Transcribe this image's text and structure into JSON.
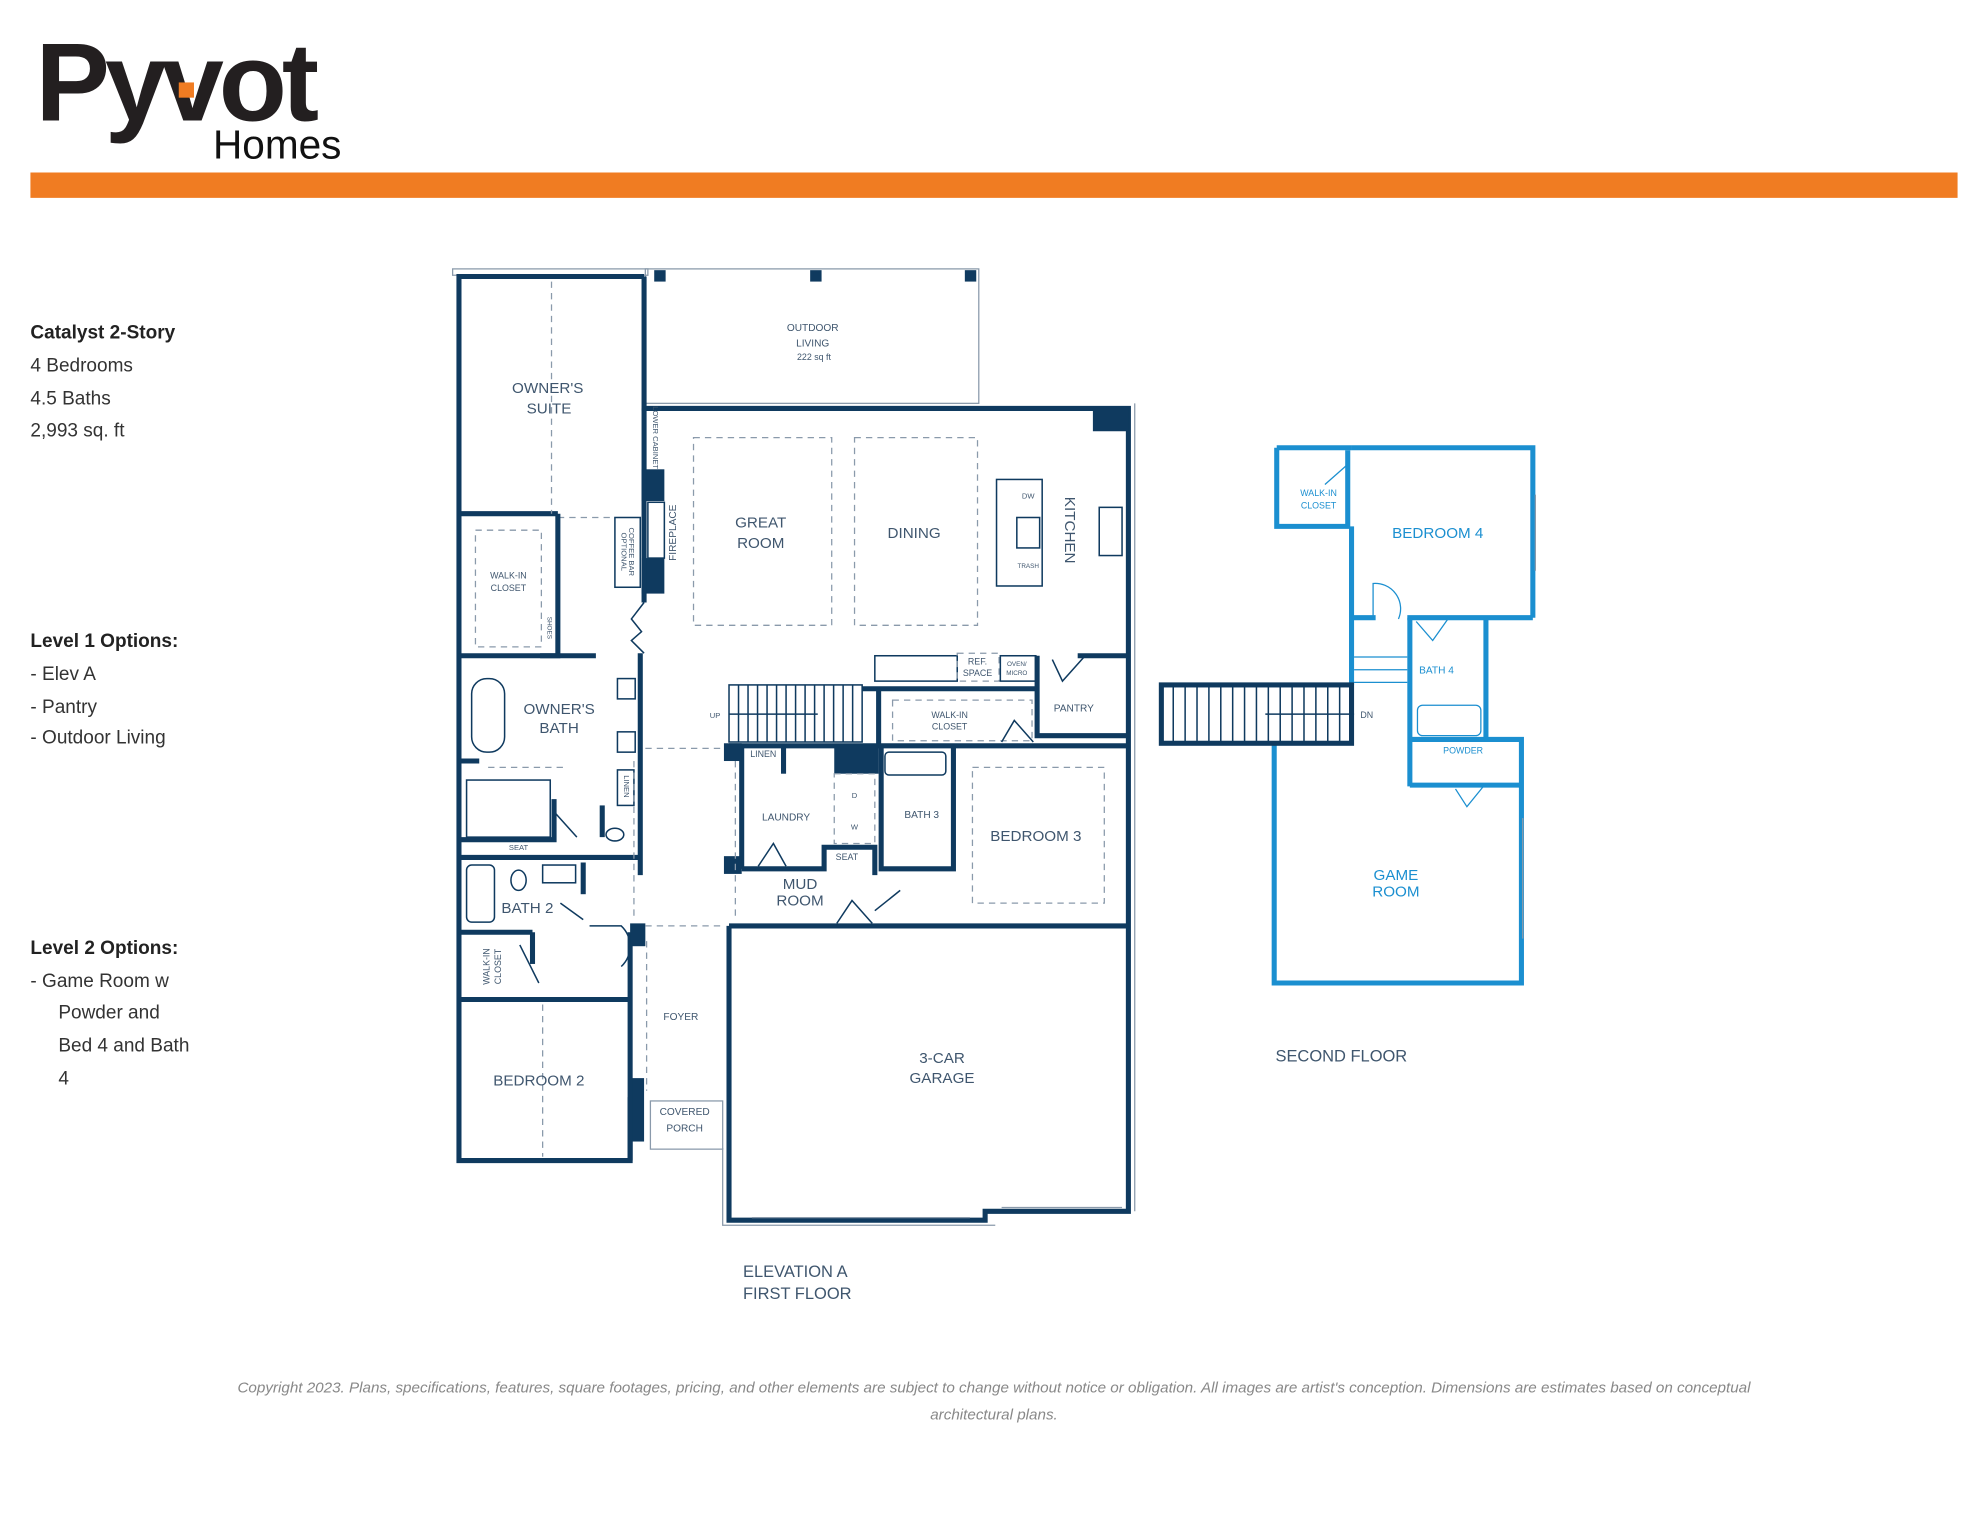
{
  "brand": {
    "logo_text": "Pyvot",
    "logo_sub": "Homes",
    "accent_color": "#f07c22",
    "plan_color": "#0f3a5f",
    "second_floor_color": "#1b8fd0"
  },
  "summary": {
    "title": "Catalyst 2-Story",
    "bedrooms": "4 Bedrooms",
    "baths": "4.5 Baths",
    "area": "2,993 sq. ft"
  },
  "level1": {
    "title": "Level 1 Options:",
    "items": [
      "- Elev A",
      "- Pantry",
      "- Outdoor Living"
    ]
  },
  "level2": {
    "title": "Level 2 Options:",
    "lines": [
      "- Game Room w",
      "Powder and",
      "Bed 4 and Bath",
      "4"
    ]
  },
  "first_floor": {
    "caption": [
      "ELEVATION A",
      "FIRST FLOOR"
    ],
    "outdoor": [
      "OUTDOOR",
      "LIVING",
      "222 sq ft"
    ],
    "owners_suite": [
      "OWNER'S",
      "SUITE"
    ],
    "great_room": [
      "GREAT",
      "ROOM"
    ],
    "dining": "DINING",
    "kitchen": "KITCHEN",
    "fireplace": "FIREPLACE",
    "lower_cabinet": "LOWER CABINET",
    "coffee_bar": [
      "OPTIONAL",
      "COFFEE BAR"
    ],
    "dw": "DW",
    "trash": "TRASH",
    "walkin1": [
      "WALK-IN",
      "CLOSET"
    ],
    "shoes": "SHOES",
    "owners_bath": [
      "OWNER'S",
      "BATH"
    ],
    "linen": "LINEN",
    "seat": "SEAT",
    "ref": [
      "REF.",
      "SPACE"
    ],
    "oven": [
      "OVEN/",
      "MICRO"
    ],
    "pantry": "PANTRY",
    "up": "UP",
    "walkin2": [
      "WALK-IN",
      "CLOSET"
    ],
    "linen2": "LINEN",
    "laundry": "LAUNDRY",
    "d": "D",
    "w": "W",
    "seat2": "SEAT",
    "bath3": "BATH 3",
    "bedroom3": "BEDROOM 3",
    "mud": [
      "MUD",
      "ROOM"
    ],
    "bath2": "BATH 2",
    "walkin3": [
      "WALK-IN",
      "CLOSET"
    ],
    "bedroom2": "BEDROOM 2",
    "foyer": "FOYER",
    "porch": [
      "COVERED",
      "PORCH"
    ],
    "garage": [
      "3-CAR",
      "GARAGE"
    ]
  },
  "second_floor": {
    "caption": "SECOND FLOOR",
    "walkin": [
      "WALK-IN",
      "CLOSET"
    ],
    "bedroom4": "BEDROOM 4",
    "bath4": "BATH 4",
    "dn": "DN",
    "powder": "POWDER",
    "game": [
      "GAME",
      "ROOM"
    ]
  },
  "footer": {
    "copyright": [
      "Copyright 2023. Plans, specifications, features, square footages, pricing, and other elements are subject to change without notice or obligation. All images are artist's conception. Dimensions are estimates based on conceptual",
      "architectural plans."
    ]
  }
}
